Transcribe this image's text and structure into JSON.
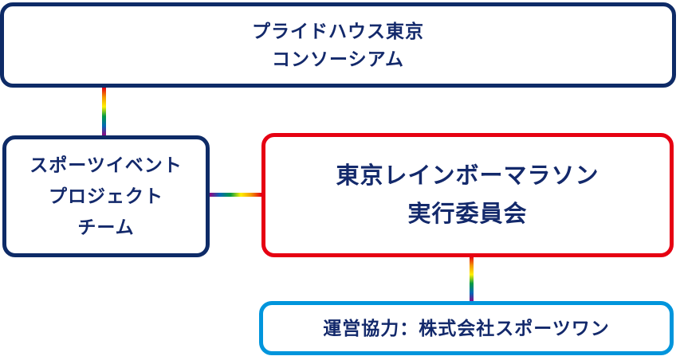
{
  "diagram": {
    "title": "Tokyo Rainbow Marathon organization chart",
    "background": "#ffffff",
    "colors": {
      "navy_border": "#0e2b67",
      "red_border": "#e60012",
      "light_blue_border": "#0095dc",
      "text_navy": "#13296b",
      "rainbow": [
        "#e60012",
        "#f39800",
        "#fff100",
        "#009944",
        "#0068b7",
        "#920783"
      ]
    },
    "boxes": {
      "consortium": {
        "lines": [
          "プライドハウス東京",
          "コンソーシアム"
        ],
        "border_color": "#0e2b67"
      },
      "team": {
        "lines": [
          "スポーツイベント",
          "プロジェクト",
          "チーム"
        ],
        "border_color": "#0e2b67"
      },
      "committee": {
        "lines": [
          "東京レインボーマラソン",
          "実行委員会"
        ],
        "border_color": "#e60012"
      },
      "sponsor": {
        "lines": [
          "運営協力：株式会社スポーツワン"
        ],
        "border_color": "#0095dc"
      }
    },
    "connectors": [
      {
        "name": "consortium-to-team",
        "direction": "vertical",
        "gradient": "red-to-purple"
      },
      {
        "name": "team-to-committee",
        "direction": "horizontal",
        "gradient": "purple-to-red"
      },
      {
        "name": "committee-to-sponsor",
        "direction": "vertical",
        "gradient": "red-to-purple"
      }
    ]
  }
}
